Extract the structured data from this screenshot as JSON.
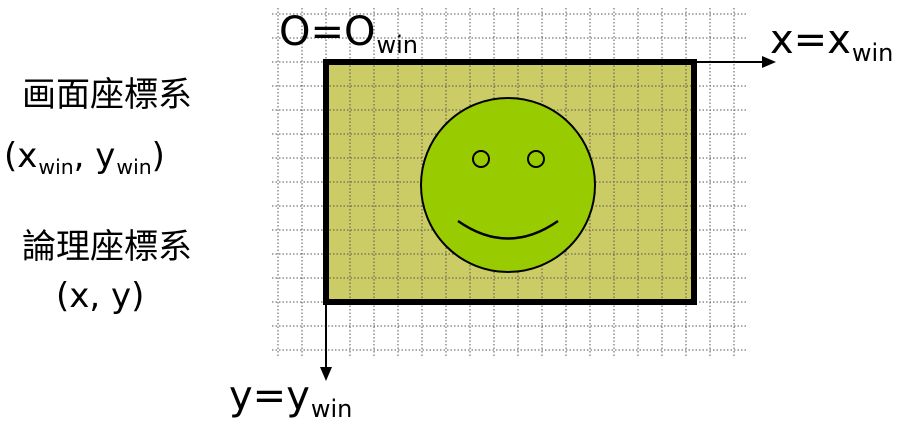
{
  "labels": {
    "origin_main": "O=O",
    "origin_sub": "win",
    "x_axis_main": "x=x",
    "x_axis_sub": "win",
    "y_axis_main": "y=y",
    "y_axis_sub": "win",
    "screen_title": "画面座標系",
    "screen_x": "x",
    "screen_x_sub": "win",
    "screen_sep": ", ",
    "screen_y": "y",
    "screen_y_sub": "win",
    "logical_title": "論理座標系",
    "logical_coords": "(x, y)"
  },
  "colors": {
    "window_fill": "#cccc66",
    "face_fill": "#99cc00",
    "grid_line": "#555555",
    "outline": "#000000"
  }
}
